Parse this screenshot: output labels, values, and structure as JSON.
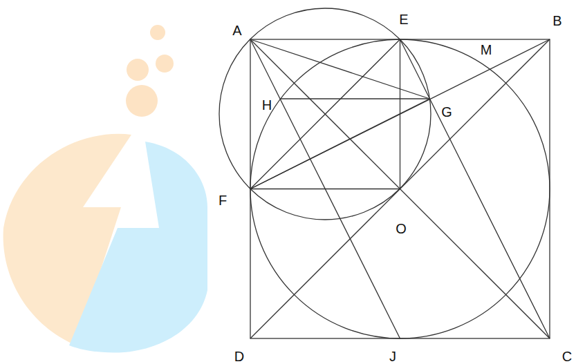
{
  "diagram": {
    "labels": [
      "A",
      "E",
      "B",
      "M",
      "H",
      "G",
      "F",
      "O",
      "D",
      "J",
      "C"
    ]
  }
}
